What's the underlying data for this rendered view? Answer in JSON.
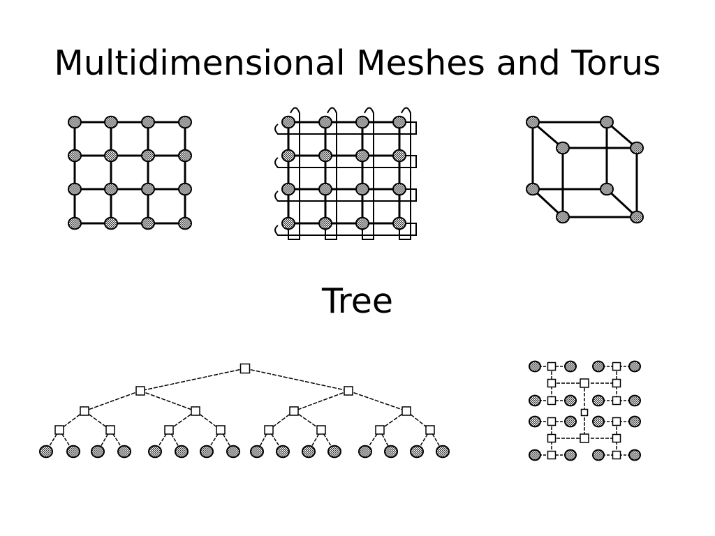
{
  "slide": {
    "title": "Multidimensional Meshes and Torus",
    "tree_heading": "Tree"
  },
  "diagrams": [
    {
      "name": "2d-mesh",
      "rows": 4,
      "cols": 4
    },
    {
      "name": "2d-torus",
      "rows": 4,
      "cols": 4
    },
    {
      "name": "3d-hypercube",
      "nodes": 8
    },
    {
      "name": "binary-tree",
      "levels": 4,
      "leaves": 16
    },
    {
      "name": "h-tree-fat-tree",
      "leaves": 16
    }
  ]
}
